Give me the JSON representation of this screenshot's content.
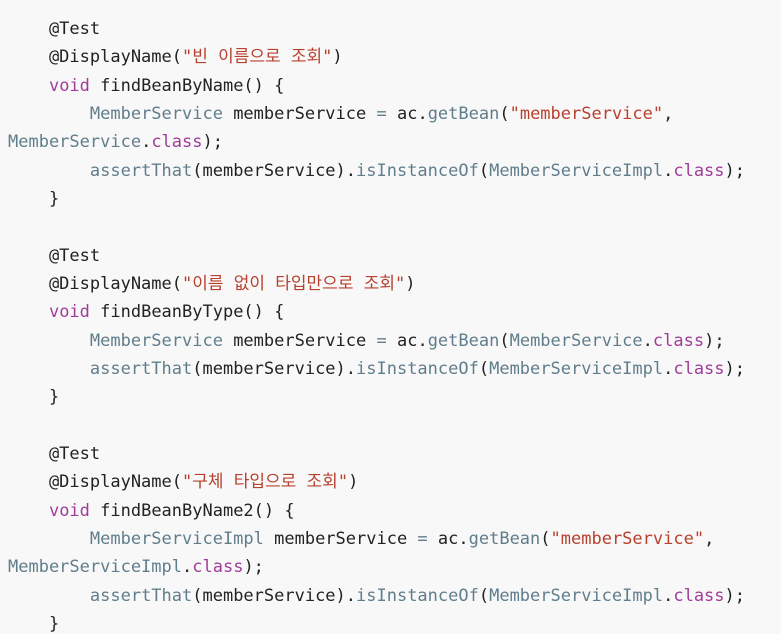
{
  "code": {
    "lines": [
      [
        {
          "t": "    @Test",
          "k": "plain"
        }
      ],
      [
        {
          "t": "    @DisplayName(",
          "k": "plain"
        },
        {
          "t": "\"빈 이름으로 조회\"",
          "k": "string"
        },
        {
          "t": ")",
          "k": "plain"
        }
      ],
      [
        {
          "t": "    ",
          "k": "plain"
        },
        {
          "t": "void",
          "k": "keyword"
        },
        {
          "t": " findBeanByName() {",
          "k": "plain"
        }
      ],
      [
        {
          "t": "        ",
          "k": "plain"
        },
        {
          "t": "MemberService",
          "k": "type"
        },
        {
          "t": " memberService ",
          "k": "plain"
        },
        {
          "t": "=",
          "k": "op"
        },
        {
          "t": " ac.",
          "k": "plain"
        },
        {
          "t": "getBean",
          "k": "func"
        },
        {
          "t": "(",
          "k": "plain"
        },
        {
          "t": "\"memberService\"",
          "k": "string"
        },
        {
          "t": ",",
          "k": "plain"
        }
      ],
      [
        {
          "t": "MemberService",
          "k": "type"
        },
        {
          "t": ".",
          "k": "plain"
        },
        {
          "t": "class",
          "k": "keyword"
        },
        {
          "t": ");",
          "k": "plain"
        }
      ],
      [
        {
          "t": "        ",
          "k": "plain"
        },
        {
          "t": "assertThat",
          "k": "func"
        },
        {
          "t": "(memberService).",
          "k": "plain"
        },
        {
          "t": "isInstanceOf",
          "k": "func"
        },
        {
          "t": "(",
          "k": "plain"
        },
        {
          "t": "MemberServiceImpl",
          "k": "type"
        },
        {
          "t": ".",
          "k": "plain"
        },
        {
          "t": "class",
          "k": "keyword"
        },
        {
          "t": ");",
          "k": "plain"
        }
      ],
      [
        {
          "t": "    }",
          "k": "plain"
        }
      ],
      [],
      [
        {
          "t": "    @Test",
          "k": "plain"
        }
      ],
      [
        {
          "t": "    @DisplayName(",
          "k": "plain"
        },
        {
          "t": "\"이름 없이 타입만으로 조회\"",
          "k": "string"
        },
        {
          "t": ")",
          "k": "plain"
        }
      ],
      [
        {
          "t": "    ",
          "k": "plain"
        },
        {
          "t": "void",
          "k": "keyword"
        },
        {
          "t": " findBeanByType() {",
          "k": "plain"
        }
      ],
      [
        {
          "t": "        ",
          "k": "plain"
        },
        {
          "t": "MemberService",
          "k": "type"
        },
        {
          "t": " memberService ",
          "k": "plain"
        },
        {
          "t": "=",
          "k": "op"
        },
        {
          "t": " ac.",
          "k": "plain"
        },
        {
          "t": "getBean",
          "k": "func"
        },
        {
          "t": "(",
          "k": "plain"
        },
        {
          "t": "MemberService",
          "k": "type"
        },
        {
          "t": ".",
          "k": "plain"
        },
        {
          "t": "class",
          "k": "keyword"
        },
        {
          "t": ");",
          "k": "plain"
        }
      ],
      [
        {
          "t": "        ",
          "k": "plain"
        },
        {
          "t": "assertThat",
          "k": "func"
        },
        {
          "t": "(memberService).",
          "k": "plain"
        },
        {
          "t": "isInstanceOf",
          "k": "func"
        },
        {
          "t": "(",
          "k": "plain"
        },
        {
          "t": "MemberServiceImpl",
          "k": "type"
        },
        {
          "t": ".",
          "k": "plain"
        },
        {
          "t": "class",
          "k": "keyword"
        },
        {
          "t": ");",
          "k": "plain"
        }
      ],
      [
        {
          "t": "    }",
          "k": "plain"
        }
      ],
      [],
      [
        {
          "t": "    @Test",
          "k": "plain"
        }
      ],
      [
        {
          "t": "    @DisplayName(",
          "k": "plain"
        },
        {
          "t": "\"구체 타입으로 조회\"",
          "k": "string"
        },
        {
          "t": ")",
          "k": "plain"
        }
      ],
      [
        {
          "t": "    ",
          "k": "plain"
        },
        {
          "t": "void",
          "k": "keyword"
        },
        {
          "t": " findBeanByName2() {",
          "k": "plain"
        }
      ],
      [
        {
          "t": "        ",
          "k": "plain"
        },
        {
          "t": "MemberServiceImpl",
          "k": "type"
        },
        {
          "t": " memberService ",
          "k": "plain"
        },
        {
          "t": "=",
          "k": "op"
        },
        {
          "t": " ac.",
          "k": "plain"
        },
        {
          "t": "getBean",
          "k": "func"
        },
        {
          "t": "(",
          "k": "plain"
        },
        {
          "t": "\"memberService\"",
          "k": "string"
        },
        {
          "t": ",",
          "k": "plain"
        }
      ],
      [
        {
          "t": "MemberServiceImpl",
          "k": "type"
        },
        {
          "t": ".",
          "k": "plain"
        },
        {
          "t": "class",
          "k": "keyword"
        },
        {
          "t": ");",
          "k": "plain"
        }
      ],
      [
        {
          "t": "        ",
          "k": "plain"
        },
        {
          "t": "assertThat",
          "k": "func"
        },
        {
          "t": "(memberService).",
          "k": "plain"
        },
        {
          "t": "isInstanceOf",
          "k": "func"
        },
        {
          "t": "(",
          "k": "plain"
        },
        {
          "t": "MemberServiceImpl",
          "k": "type"
        },
        {
          "t": ".",
          "k": "plain"
        },
        {
          "t": "class",
          "k": "keyword"
        },
        {
          "t": ");",
          "k": "plain"
        }
      ],
      [
        {
          "t": "    }",
          "k": "plain"
        }
      ]
    ]
  },
  "colors": {
    "background": "#f8f8f8",
    "plain": "#222222",
    "keyword": "#a03c9a",
    "string": "#b8402d",
    "type": "#607d8b"
  }
}
